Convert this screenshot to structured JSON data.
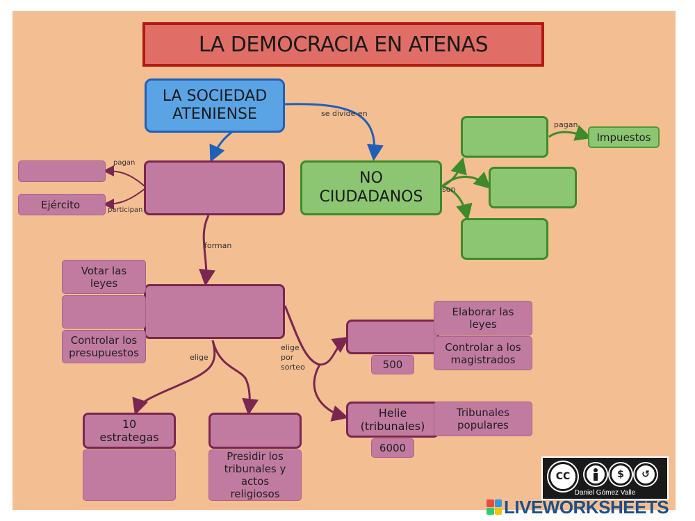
{
  "title": "LA DEMOCRACIA EN ATENAS",
  "nodes": {
    "sociedad": "LA SOCIEDAD ATENIENSE",
    "no_ciudadanos": "NO CIUDADANOS",
    "impuestos": "Impuestos",
    "ejercito": "Ejército",
    "votar": "Votar las leyes",
    "controlar_presupuestos": "Controlar los presupuestos",
    "elaborar": "Elaborar las leyes",
    "controlar_magistrados": "Controlar a los magistrados",
    "n500": "500",
    "helie": "Helie (tribunales)",
    "tribunales_populares": "Tribunales populares",
    "n6000": "6000",
    "estrategas": "10 estrategas",
    "presidir": "Presidir los tribunales y actos religiosos"
  },
  "edge_labels": {
    "se_divide_en": "se divide en",
    "pagan_top": "pagan",
    "pagan_left": "pagan",
    "participan": "participan",
    "son": "son",
    "forman": "forman",
    "elige": "elige",
    "elige_sorteo": "elige por sorteo"
  },
  "credit": {
    "author": "Daniel Gómez Valle",
    "brand": "LIVEWORKSHEETS"
  },
  "colors": {
    "background": "#f3be92",
    "title_fill": "#e06e66",
    "title_border": "#b21a10",
    "blue_fill": "#5aa4e6",
    "blue_border": "#1f5fb8",
    "pink_fill": "#c27ba0",
    "pink_border": "#7a2650",
    "green_fill": "#8dc673",
    "green_border": "#3d8a2a"
  }
}
